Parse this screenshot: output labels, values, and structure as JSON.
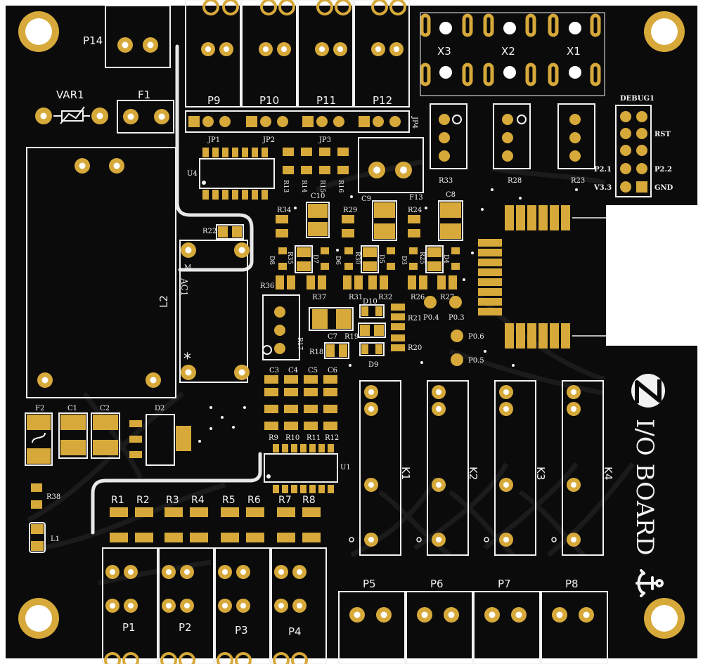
{
  "colors": {
    "board": "#0b0b0b",
    "trace": "#181818",
    "pad": "#d6a93a",
    "silk": "#f2f2f2",
    "hole": "#ffffff"
  },
  "brand": {
    "title": "I/O BOARD",
    "logo_icon": "z-logo-icon",
    "anchor_icon": "anchor-icon"
  },
  "labels": {
    "P14": "P14",
    "VAR1": "VAR1",
    "F1": "F1",
    "P9": "P9",
    "P10": "P10",
    "P11": "P11",
    "P12": "P12",
    "X1": "X1",
    "X2": "X2",
    "X3": "X3",
    "JP1": "JP1",
    "JP2": "JP2",
    "JP3": "JP3",
    "JP4": "JP4",
    "U4": "U4",
    "R13": "R13",
    "R14": "R14",
    "R15": "R15",
    "R16": "R16",
    "R33": "R33",
    "R28": "R28",
    "R23": "R23",
    "DEBUG1": "DEBUG1",
    "RST": "RST",
    "P21": "P2.1",
    "P22": "P2.2",
    "V33": "V3.3",
    "GND": "GND",
    "R22": "R22",
    "R34": "R34",
    "C10": "C10",
    "C9": "C9",
    "F13": "F13",
    "R29": "R29",
    "R24": "R24",
    "C8": "C8",
    "AC1": "AC1",
    "M": "M",
    "L2": "L2",
    "D8": "D8",
    "R35": "R35",
    "D7": "D7",
    "D6": "D6",
    "R30": "R30",
    "D5": "D5",
    "D3": "D3",
    "R25": "R25",
    "D4": "D4",
    "R36": "R36",
    "R37": "R37",
    "R31": "R31",
    "R32": "R32",
    "R26": "R26",
    "R27": "R27",
    "D10": "D10",
    "R21": "R21",
    "P04": "P0.4",
    "P03": "P0.3",
    "P06": "P0.6",
    "P05": "P0.5",
    "C7": "C7",
    "R17": "R17",
    "R19": "R19",
    "R18": "R18",
    "R20": "R20",
    "D9": "D9",
    "STAR": "*",
    "C3": "C3",
    "C4": "C4",
    "C5": "C5",
    "C6": "C6",
    "R9": "R9",
    "R10": "R10",
    "R11": "R11",
    "R12": "R12",
    "U1": "U1",
    "F2": "F2",
    "C1": "C1",
    "C2": "C2",
    "D2": "D2",
    "R38": "R38",
    "L1": "L1",
    "R1": "R1",
    "R2": "R2",
    "R3": "R3",
    "R4": "R4",
    "R5": "R5",
    "R6": "R6",
    "R7": "R7",
    "R8": "R8",
    "P1": "P1",
    "P2": "P2",
    "P3": "P3",
    "P4": "P4",
    "K1": "K1",
    "K2": "K2",
    "K3": "K3",
    "K4": "K4",
    "P5": "P5",
    "P6": "P6",
    "P7": "P7",
    "P8": "P8"
  }
}
